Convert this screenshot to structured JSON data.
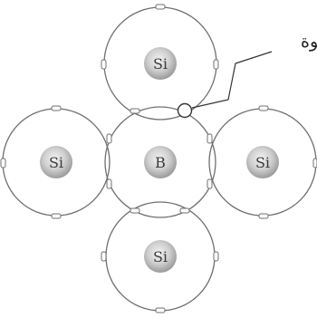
{
  "atoms": {
    "top": "Si",
    "left": "Si",
    "center": "B",
    "right": "Si",
    "bottom": "Si"
  },
  "hole_label": "فجوة",
  "colors": {
    "orbit": "#6f6f6f",
    "electron_fill": "#ffffff",
    "electron_stroke": "#6f6f6f",
    "nucleus_gradient_inner": "#f2f2f2",
    "nucleus_gradient_outer": "#9a9a9a"
  }
}
